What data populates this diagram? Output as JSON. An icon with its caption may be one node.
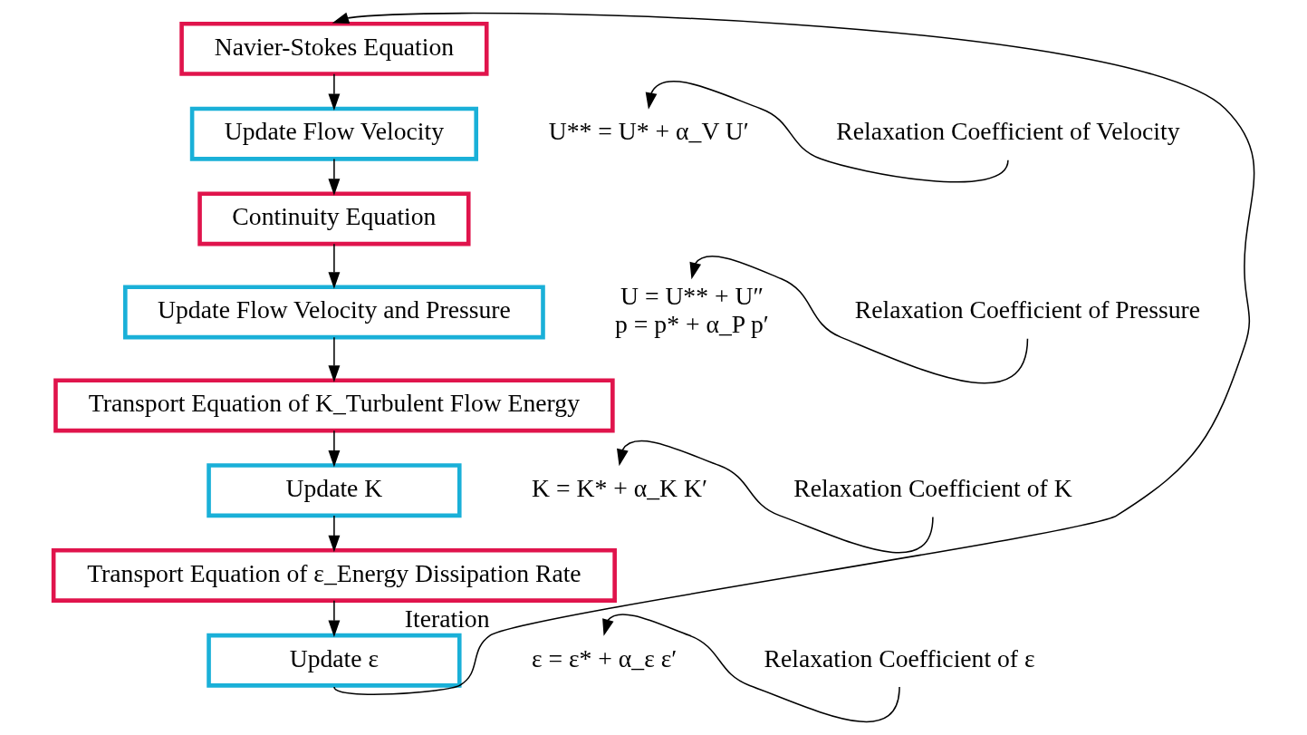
{
  "diagram": {
    "nodes": [
      {
        "text": [
          "Navier-Stokes Equation"
        ]
      },
      {
        "text": [
          "Update Flow Velocity"
        ]
      },
      {
        "text": [
          "Continuity Equation"
        ]
      },
      {
        "text": [
          "Update Flow Velocity and Pressure"
        ]
      },
      {
        "text": [
          "Transport Equation of K_Turbulent Flow Energy"
        ]
      },
      {
        "text": [
          "Update K"
        ]
      },
      {
        "text": [
          "Transport Equation of ε_Energy Dissipation Rate"
        ]
      },
      {
        "text": [
          "Update ε"
        ]
      },
      {
        "text": [
          "U** = U* + α_V U′"
        ]
      },
      {
        "text": [
          "Relaxation Coefficient of Velocity"
        ]
      },
      {
        "text": [
          "U = U** + U″",
          "p = p* + α_P p′"
        ]
      },
      {
        "text": [
          "Relaxation Coefficient of Pressure"
        ]
      },
      {
        "text": [
          "K = K* + α_K K′"
        ]
      },
      {
        "text": [
          "Relaxation Coefficient of K"
        ]
      },
      {
        "text": [
          "ε = ε* + α_ε ε′"
        ]
      },
      {
        "text": [
          "Relaxation Coefficient of ε"
        ]
      }
    ],
    "edges": [
      {
        "from": 0,
        "to": 1,
        "arrow": "to"
      },
      {
        "from": 1,
        "to": 2,
        "arrow": "to"
      },
      {
        "from": 2,
        "to": 3,
        "arrow": "to"
      },
      {
        "from": 3,
        "to": 4,
        "arrow": "to"
      },
      {
        "from": 4,
        "to": 5,
        "arrow": "to"
      },
      {
        "from": 5,
        "to": 6,
        "arrow": "to"
      },
      {
        "from": 6,
        "to": 7,
        "arrow": "to"
      },
      {
        "from": 7,
        "to": 0,
        "arrow": "to",
        "label": "Iteration"
      },
      {
        "from": 9,
        "to": 8,
        "arrow": "to"
      },
      {
        "from": 11,
        "to": 10,
        "arrow": "to"
      },
      {
        "from": 13,
        "to": 12,
        "arrow": "to"
      },
      {
        "from": 15,
        "to": 14,
        "arrow": "to"
      }
    ]
  }
}
